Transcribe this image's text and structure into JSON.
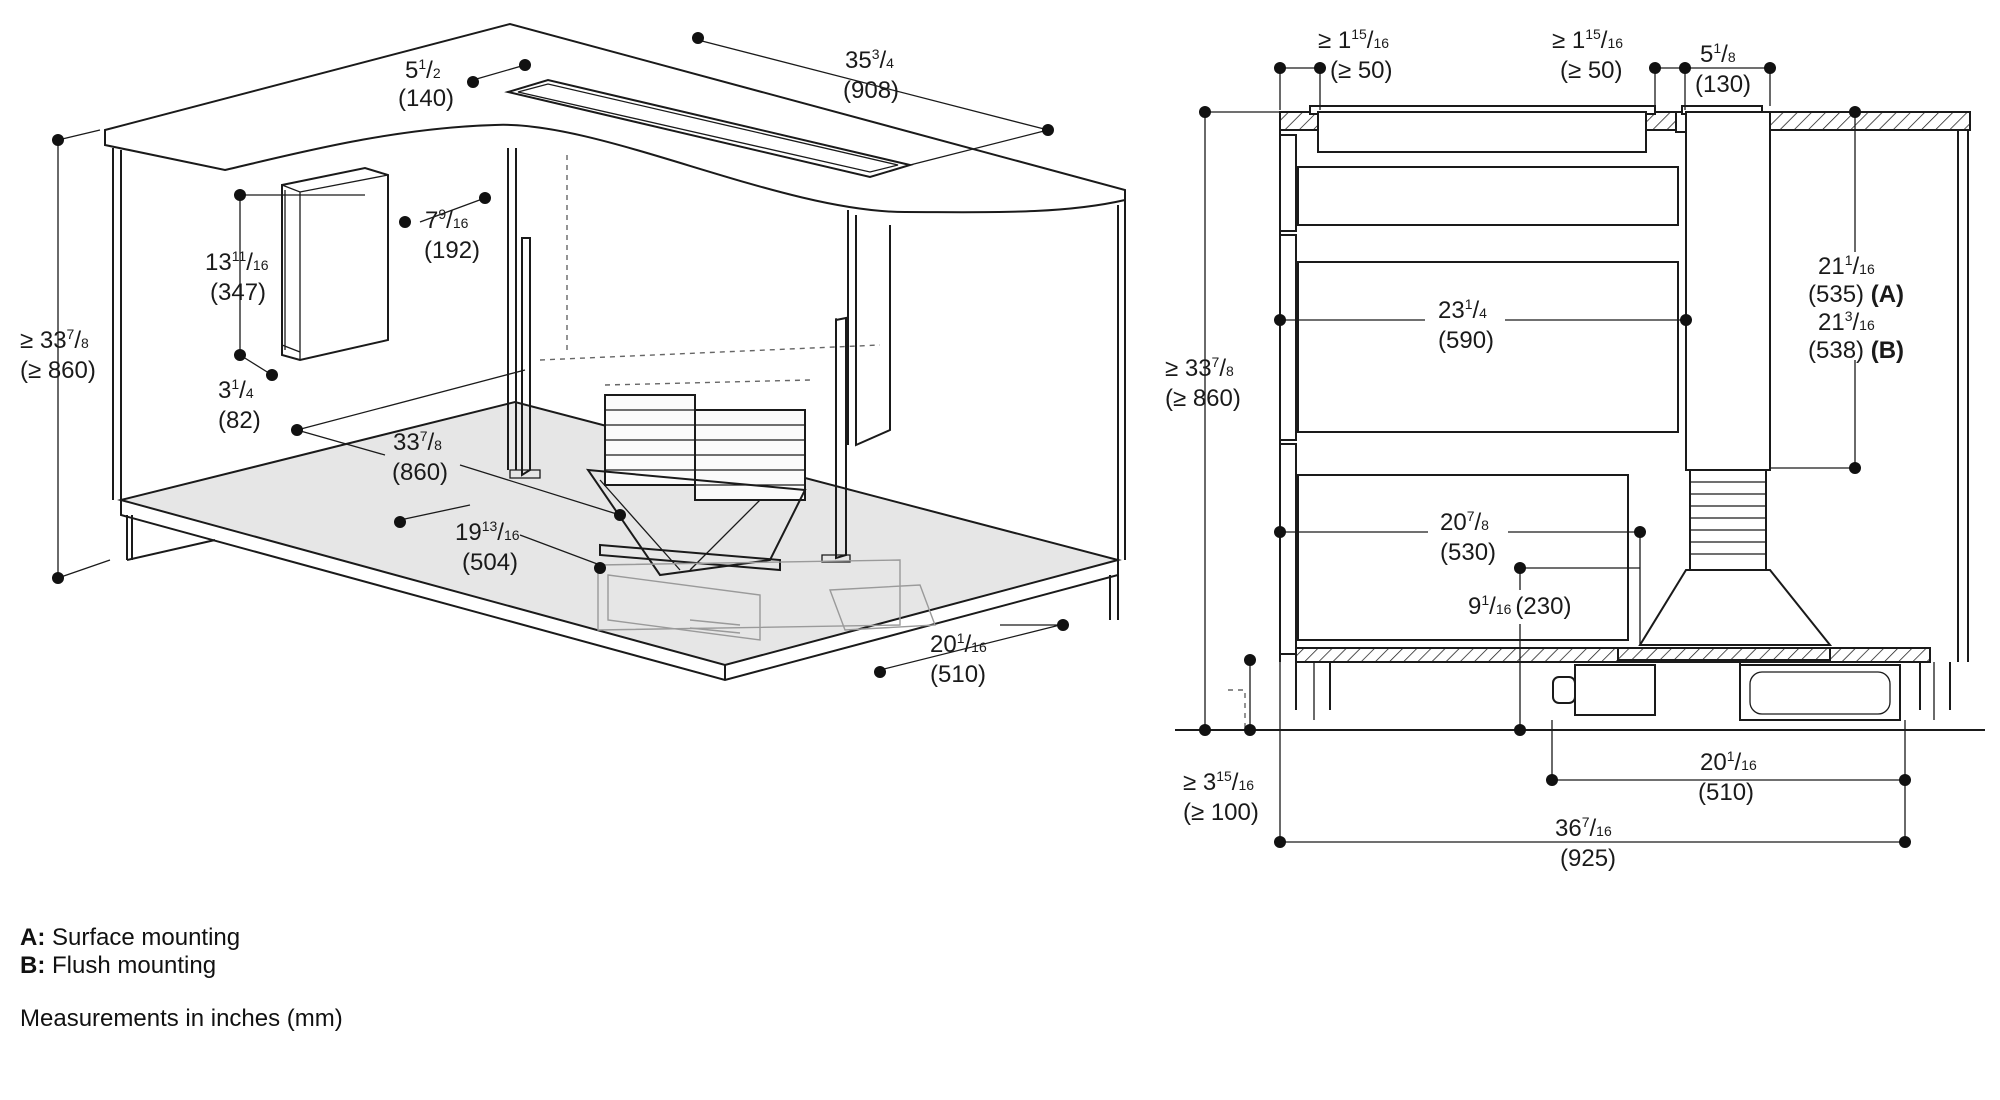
{
  "left_view": {
    "dims": {
      "width_908": {
        "whole": "35",
        "num": "3",
        "den": "4",
        "mm": "(908)"
      },
      "depth_140": {
        "whole": "5",
        "num": "1",
        "den": "2",
        "mm": "(140)"
      },
      "depth_192": {
        "whole": "7",
        "num": "9",
        "den": "16",
        "mm": "(192)"
      },
      "height_347": {
        "whole": "13",
        "num": "11",
        "den": "16",
        "mm": "(347)"
      },
      "gap_82": {
        "whole": "3",
        "num": "1",
        "den": "4",
        "mm": "(82)"
      },
      "height_860": {
        "prefix": "≥ ",
        "whole": "33",
        "num": "7",
        "den": "8",
        "mm": "(≥ 860)"
      },
      "depth_860": {
        "whole": "33",
        "num": "7",
        "den": "8",
        "mm": "(860)"
      },
      "depth_504": {
        "whole": "19",
        "num": "13",
        "den": "16",
        "mm": "(504)"
      },
      "width_510": {
        "whole": "20",
        "num": "1",
        "den": "16",
        "mm": "(510)"
      }
    }
  },
  "right_view": {
    "dims": {
      "gap_50_left": {
        "prefix": "≥ ",
        "whole": "1",
        "num": "15",
        "den": "16",
        "mm": "(≥ 50)"
      },
      "gap_50_right": {
        "prefix": "≥ ",
        "whole": "1",
        "num": "15",
        "den": "16",
        "mm": "(≥ 50)"
      },
      "width_130": {
        "whole": "5",
        "num": "1",
        "den": "8",
        "mm": "(130)"
      },
      "height_860": {
        "prefix": "≥ ",
        "whole": "33",
        "num": "7",
        "den": "8",
        "mm": "(≥ 860)"
      },
      "height_590": {
        "whole": "23",
        "num": "1",
        "den": "4",
        "mm": "(590)"
      },
      "height_535_a": {
        "whole": "21",
        "num": "1",
        "den": "16",
        "mm": "(535) ",
        "tag": "(A)"
      },
      "height_538_b": {
        "whole": "21",
        "num": "3",
        "den": "16",
        "mm": "(538) ",
        "tag": "(B)"
      },
      "height_530": {
        "whole": "20",
        "num": "7",
        "den": "8",
        "mm": "(530)"
      },
      "height_230": {
        "whole": "9",
        "num": "1",
        "den": "16",
        "mm": "(230)"
      },
      "plinth_100": {
        "prefix": "≥ ",
        "whole": "3",
        "num": "15",
        "den": "16",
        "mm": "(≥ 100)"
      },
      "width_510": {
        "whole": "20",
        "num": "1",
        "den": "16",
        "mm": "(510)"
      },
      "width_925": {
        "whole": "36",
        "num": "7",
        "den": "16",
        "mm": "(925)"
      }
    }
  },
  "legend": {
    "a_key": "A:",
    "a_text": " Surface mounting",
    "b_key": "B:",
    "b_text": " Flush mounting",
    "units_note": "Measurements in inches (mm)"
  }
}
